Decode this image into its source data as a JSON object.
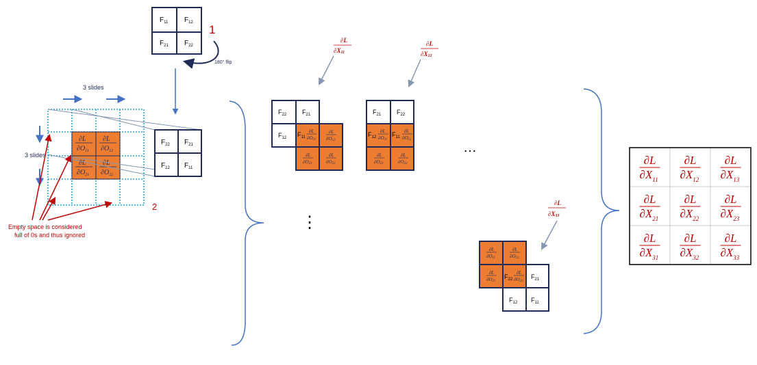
{
  "filter": {
    "cells": [
      [
        "F",
        "11"
      ],
      [
        "F",
        "12"
      ],
      [
        "F",
        "21"
      ],
      [
        "F",
        "22"
      ]
    ],
    "step_number": "1",
    "flip_label": "180° flip"
  },
  "input_grid": {
    "slides_horizontal": "3 slides",
    "slides_vertical": "3 slides",
    "step_number": "2",
    "gradient_cells": [
      [
        "∂L",
        "∂O",
        "11"
      ],
      [
        "∂L",
        "∂O",
        "12"
      ],
      [
        "∂L",
        "∂O",
        "21"
      ],
      [
        "∂L",
        "∂O",
        "22"
      ]
    ],
    "note": [
      "Empty space is considered",
      "full of 0s and thus ignored"
    ]
  },
  "flipped_filter": {
    "cells": [
      [
        "F",
        "22"
      ],
      [
        "F",
        "21"
      ],
      [
        "F",
        "12"
      ],
      [
        "F",
        "11"
      ]
    ]
  },
  "steps": [
    {
      "target": [
        "∂L",
        "∂X",
        "11"
      ],
      "filter": [
        [
          "F",
          "22"
        ],
        [
          "F",
          "21"
        ],
        [
          "F",
          "12"
        ],
        [
          "F",
          "11"
        ]
      ],
      "grad": [
        [
          "∂L",
          "∂O",
          "11"
        ],
        [
          "∂L",
          "∂O",
          "12"
        ],
        [
          "∂L",
          "∂O",
          "21"
        ],
        [
          "∂L",
          "∂O",
          "22"
        ]
      ]
    },
    {
      "target": [
        "∂L",
        "∂X",
        "12"
      ],
      "filter": [
        [
          "F",
          "21"
        ],
        [
          "F",
          "22"
        ],
        [
          "F",
          "12"
        ],
        [
          "F",
          "11"
        ]
      ],
      "grad": [
        [
          "∂L",
          "∂O",
          "11"
        ],
        [
          "∂L",
          "∂O",
          "12"
        ],
        [
          "∂L",
          "∂O",
          "21"
        ],
        [
          "∂L",
          "∂O",
          "22"
        ]
      ]
    },
    {
      "target": [
        "∂L",
        "∂X",
        "33"
      ],
      "filter": [
        [
          "F",
          "22"
        ],
        [
          "F",
          "21"
        ],
        [
          "F",
          "12"
        ],
        [
          "F",
          "11"
        ]
      ],
      "grad": [
        [
          "∂L",
          "∂O",
          "11"
        ],
        [
          "∂L",
          "∂O",
          "12"
        ],
        [
          "∂L",
          "∂O",
          "21"
        ],
        [
          "∂L",
          "∂O",
          "22"
        ]
      ]
    }
  ],
  "ellipsis_h": "…",
  "ellipsis_v": "⋮",
  "result": {
    "cells": [
      [
        "∂L",
        "∂X",
        "11"
      ],
      [
        "∂L",
        "∂X",
        "12"
      ],
      [
        "∂L",
        "∂X",
        "13"
      ],
      [
        "∂L",
        "∂X",
        "21"
      ],
      [
        "∂L",
        "∂X",
        "22"
      ],
      [
        "∂L",
        "∂X",
        "23"
      ],
      [
        "∂L",
        "∂X",
        "31"
      ],
      [
        "∂L",
        "∂X",
        "32"
      ],
      [
        "∂L",
        "∂X",
        "33"
      ]
    ]
  },
  "colors": {
    "navy": "#1f2a56",
    "orange": "#ed7d31",
    "dashed_blue": "#1fa2d8",
    "arrow_blue": "#4472c4",
    "red": "#c00000",
    "gray_arrow": "#8497b0",
    "brace": "#4472c4"
  }
}
